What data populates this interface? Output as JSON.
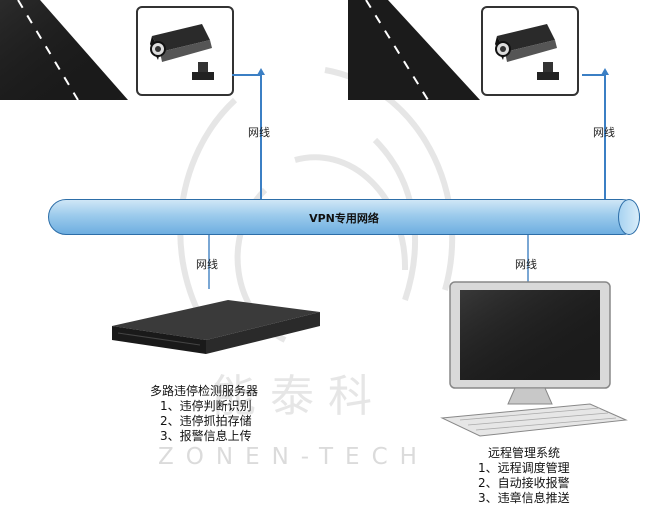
{
  "pipe": {
    "label": "VPN专用网络"
  },
  "links": {
    "cam_left": "网线",
    "cam_right": "网线",
    "server": "网线",
    "monitor": "网线"
  },
  "server": {
    "title": "多路违停检测服务器",
    "features": [
      "1、违停判断识别",
      "2、违停抓拍存储",
      "3、报警信息上传"
    ]
  },
  "remote": {
    "title": "远程管理系统",
    "features": [
      "1、远程调度管理",
      "2、自动接收报警",
      "3、违章信息推送"
    ]
  },
  "watermark": {
    "chinese": "能泰科",
    "latin": "ZONEN-TECH"
  },
  "colors": {
    "pipe": "#9ccbec",
    "link": "#3b7fc4",
    "road": "#1a1a1a"
  }
}
